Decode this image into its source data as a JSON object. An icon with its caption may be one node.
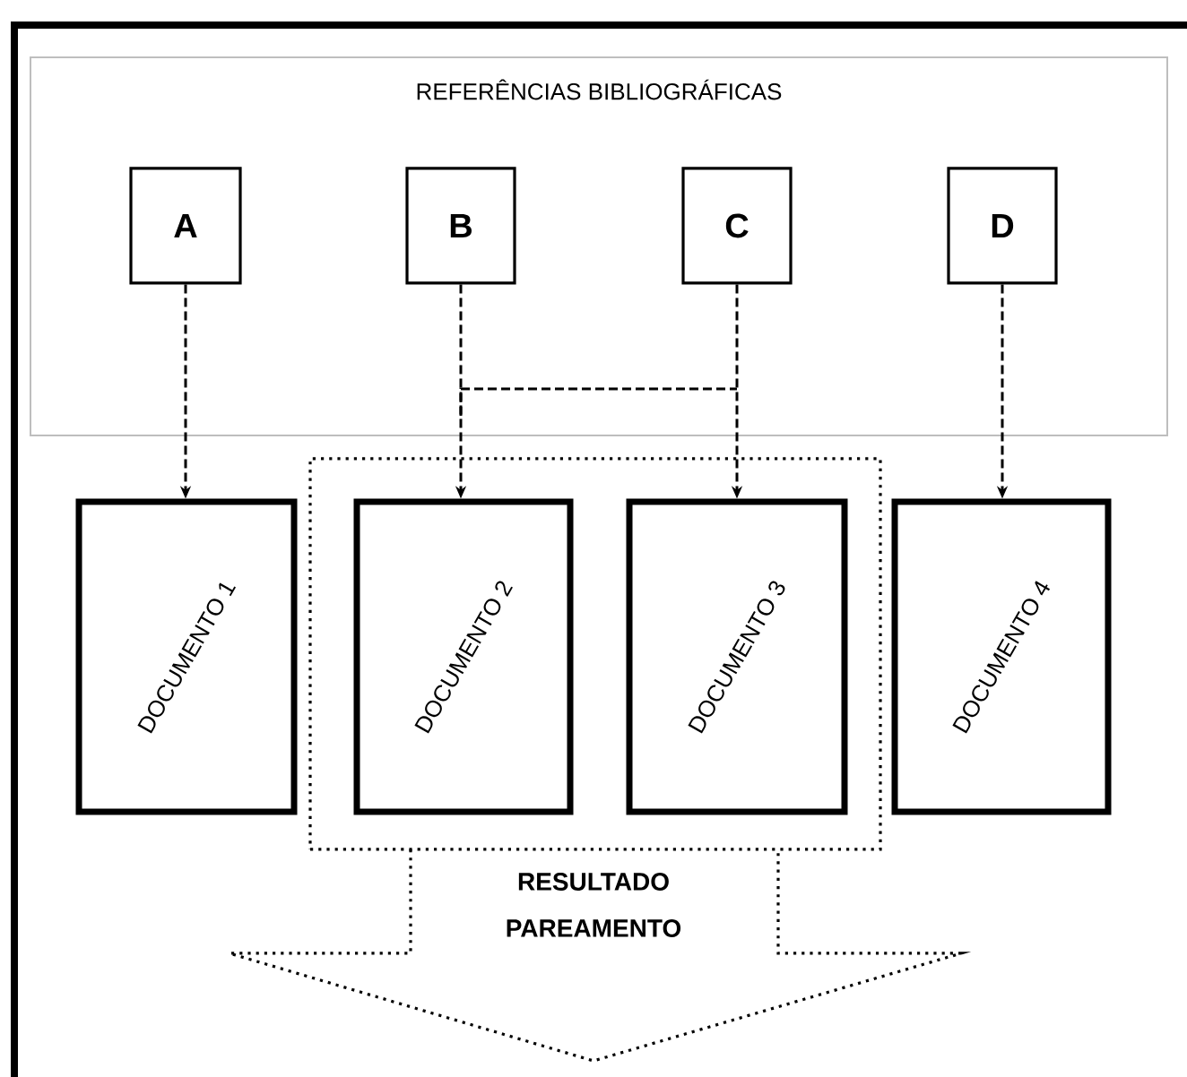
{
  "diagram": {
    "nodes": [
      {
        "text": [
          "REFERÊNCIAS BIBLIOGRÁFICAS"
        ]
      },
      {
        "text": [
          "A"
        ],
        "in": 0
      },
      {
        "text": [
          "B"
        ],
        "in": 0
      },
      {
        "text": [
          "C"
        ],
        "in": 0
      },
      {
        "text": [
          "D"
        ],
        "in": 0
      },
      {
        "text": [
          "DOCUMENTO 1"
        ]
      },
      {
        "text": [],
        "shape": "box"
      },
      {
        "text": [
          "DOCUMENTO 2"
        ],
        "in": 6
      },
      {
        "text": [
          "DOCUMENTO 3"
        ],
        "in": 6
      },
      {
        "text": [
          "DOCUMENTO 4"
        ]
      },
      {
        "text": [
          "RESULTADO PAREAMENTO"
        ]
      }
    ],
    "edges": [
      {
        "from": 1,
        "to": 5,
        "arrow": "to",
        "style": "dashed"
      },
      {
        "from": 2,
        "to": 7,
        "arrow": "to",
        "style": "dashed"
      },
      {
        "from": 3,
        "to": 8,
        "arrow": "to",
        "style": "dashed"
      },
      {
        "from": 4,
        "to": 9,
        "arrow": "to",
        "style": "dashed"
      }
    ]
  }
}
